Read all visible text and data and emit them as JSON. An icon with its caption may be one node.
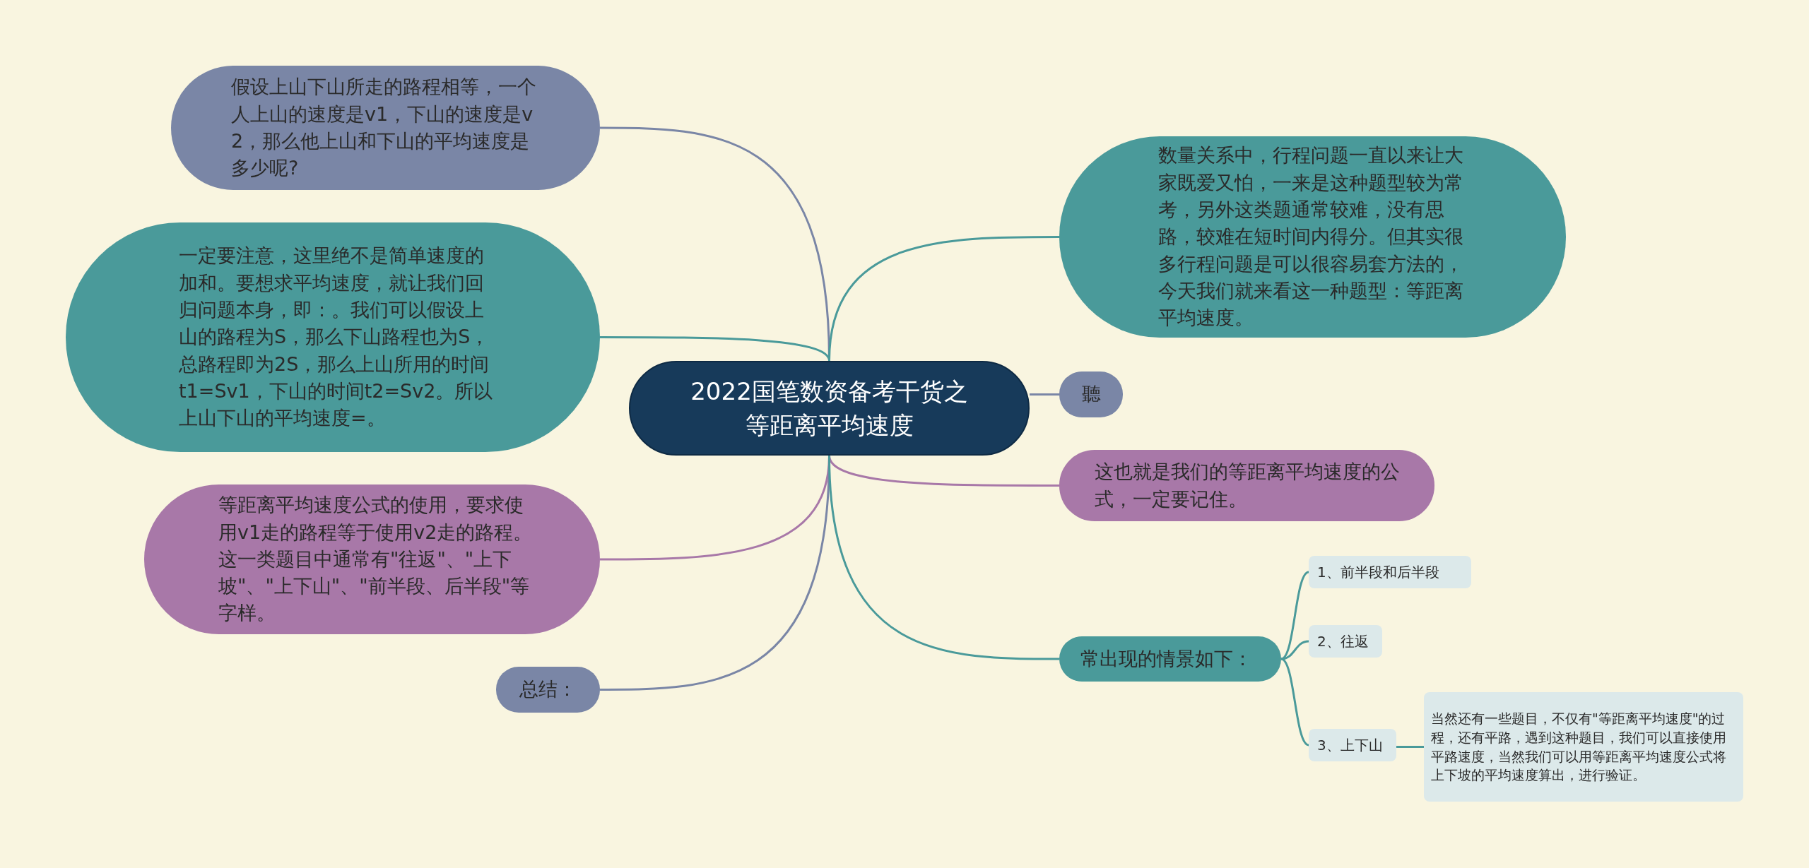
{
  "diagram": {
    "nodes": [
      {
        "text": [
          "2022国笔数资备考干货之等距离平均速度"
        ]
      },
      {
        "text": [
          "假设上山下山所走的路程相等，一个人上山的速度是v1，下山的速度是v2，那么他上山和下山的平均速度是多少呢?"
        ]
      },
      {
        "text": [
          "一定要注意，这里绝不是简单速度的加和。要想求平均速度，就让我们回归问题本身，即：。我们可以假设上山的路程为S，那么下山路程也为S，总路程即为2S，那么上山所用的时间t1=Sv1，下山的时间t2=Sv2。所以上山下山的平均速度=。"
        ]
      },
      {
        "text": [
          "等距离平均速度公式的使用，要求使用v1走的路程等于使用v2走的路程。这一类题目中通常有\"往返\"、\"上下坡\"、\"上下山\"、\"前半段、后半段\"等字样。"
        ]
      },
      {
        "text": [
          "总结："
        ]
      },
      {
        "text": [
          "数量关系中，行程问题一直以来让大家既爱又怕，一来是这种题型较为常考，另外这类题通常较难，没有思路，较难在短时间内得分。但其实很多行程问题是可以很容易套方法的，今天我们就来看这一种题型：等距离平均速度。"
        ]
      },
      {
        "text": [
          "聽"
        ]
      },
      {
        "text": [
          "这也就是我们的等距离平均速度的公式，一定要记住。"
        ]
      },
      {
        "text": [
          "常出现的情景如下："
        ]
      },
      {
        "text": [
          "1、前半段和后半段"
        ]
      },
      {
        "text": [
          "2、往返"
        ]
      },
      {
        "text": [
          "3、上下山"
        ]
      },
      {
        "text": [
          "当然还有一些题目，不仅有\"等距离平均速度\"的过程，还有平路，遇到这种题目，我们可以直接使用平路速度，当然我们可以用等距离平均速度公式将上下坡的平均速度算出，进行验证。"
        ]
      }
    ],
    "edges": [
      {
        "from": 0,
        "to": 1,
        "arrow": "none",
        "color": "#7a86a6"
      },
      {
        "from": 0,
        "to": 2,
        "arrow": "none"
      },
      {
        "from": 0,
        "to": 3,
        "arrow": "none",
        "color": "#a878a8"
      },
      {
        "from": 0,
        "to": 4,
        "arrow": "none",
        "color": "#7a86a6"
      },
      {
        "from": 0,
        "to": 5,
        "arrow": "none"
      },
      {
        "from": 0,
        "to": 6,
        "arrow": "none",
        "color": "#7a86a6"
      },
      {
        "from": 0,
        "to": 7,
        "arrow": "none",
        "color": "#a878a8"
      },
      {
        "from": 0,
        "to": 8,
        "arrow": "none"
      },
      {
        "from": 8,
        "to": 9,
        "arrow": "none"
      },
      {
        "from": 8,
        "to": 10,
        "arrow": "none"
      },
      {
        "from": 8,
        "to": 11,
        "arrow": "none"
      },
      {
        "from": 11,
        "to": 12,
        "arrow": "none"
      }
    ]
  }
}
